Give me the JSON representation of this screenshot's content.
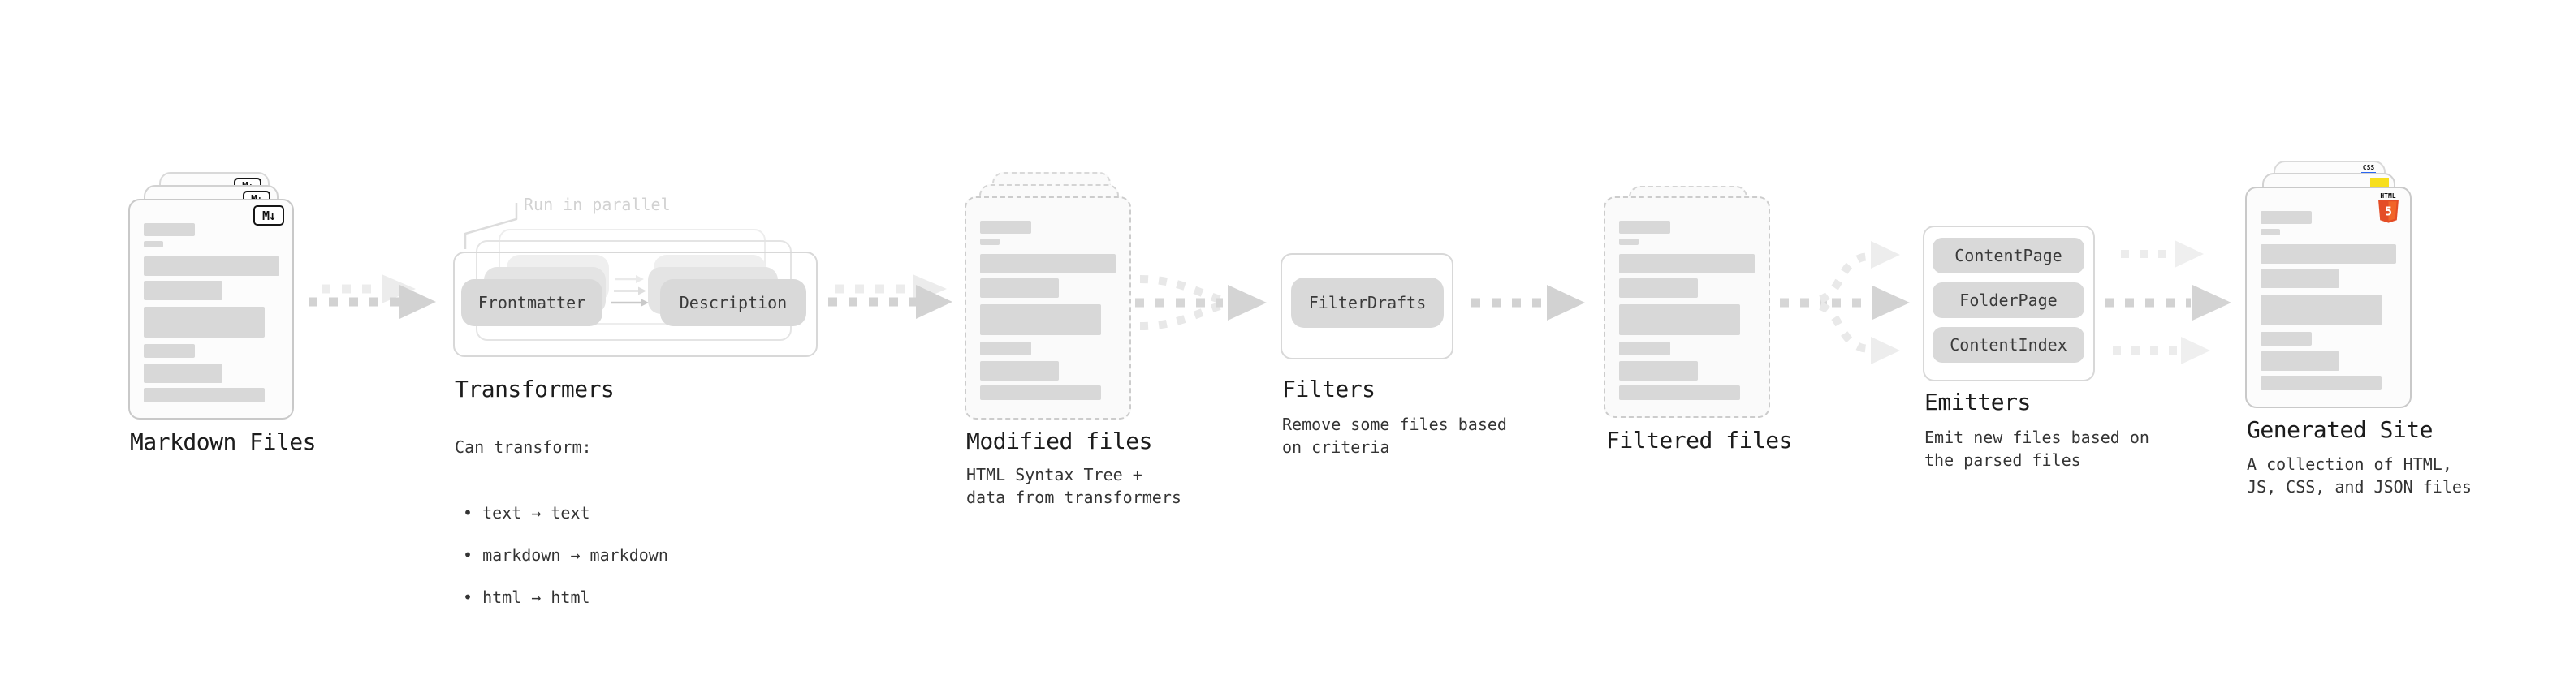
{
  "markdown": {
    "label": "Markdown Files",
    "badge": "M↓"
  },
  "transformers": {
    "label": "Transformers",
    "annotation": "Run in parallel",
    "pill_left": "Frontmatter",
    "pill_right": "Description",
    "desc_title": "Can transform:",
    "bullets": [
      "• text → text",
      "• markdown → markdown",
      "• html → html"
    ]
  },
  "modified": {
    "label": "Modified files",
    "desc": "HTML Syntax Tree +\ndata from transformers"
  },
  "filters": {
    "label": "Filters",
    "pill": "FilterDrafts",
    "desc": "Remove some files based\non criteria"
  },
  "filtered": {
    "label": "Filtered files"
  },
  "emitters": {
    "label": "Emitters",
    "pills": [
      "ContentPage",
      "FolderPage",
      "ContentIndex"
    ],
    "desc": "Emit new files based on\nthe parsed files"
  },
  "generated": {
    "label": "Generated Site",
    "desc": "A collection of HTML,\nJS, CSS, and JSON files",
    "css_icon_text": "CSS",
    "html_icon_text": "HTML",
    "html_icon_number": "5"
  },
  "colors": {
    "html5_orange": "#e44d26",
    "html5_orange_light": "#f16529",
    "js_yellow": "#f7df1e",
    "css_blue": "#2965f1",
    "pill_gray": "#d9d9d9",
    "arrow_gray": "#d2d2d2",
    "arrow_gray_light": "#ececec"
  }
}
